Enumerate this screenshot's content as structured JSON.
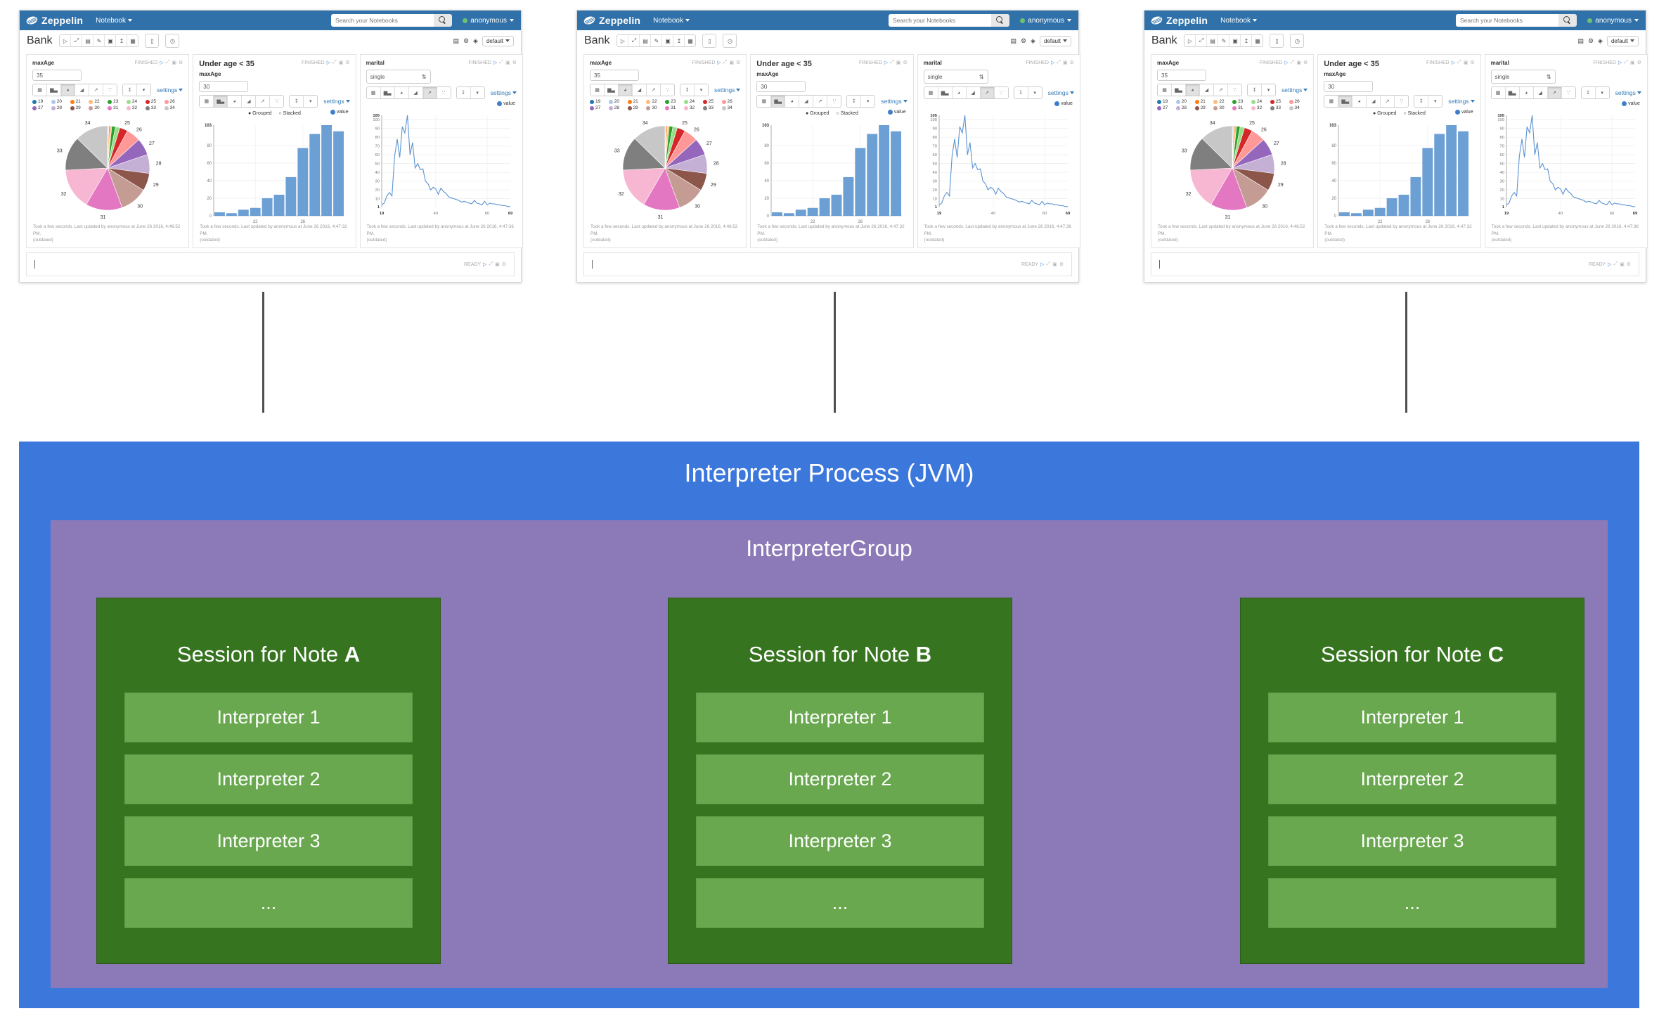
{
  "notebook": {
    "navbar": {
      "brand": "Zeppelin",
      "menu_label": "Notebook",
      "search_placeholder": "Search your Notebooks",
      "user_label": "anonymous"
    },
    "note": {
      "title": "Bank",
      "interpreter_binding": "default"
    },
    "status": {
      "finished": "FINISHED",
      "ready": "READY"
    },
    "settings_label": "settings",
    "legend_value_label": "value",
    "grouped_label": "Grouped",
    "stacked_label": "Stacked",
    "paragraphs": {
      "pie": {
        "form_label": "maxAge",
        "input_value": "35",
        "footer": "Took a few seconds. Last updated by anonymous at June 26 2016, 4:46:52 PM.",
        "footer_note": "(outdated)"
      },
      "bar": {
        "title": "Under age < 35",
        "form_label": "maxAge",
        "input_value": "30",
        "footer": "Took a few seconds. Last updated by anonymous at June 26 2016, 4:47:32 PM.",
        "footer_note": "(outdated)"
      },
      "line": {
        "form_label": "marital",
        "select_value": "single",
        "footer": "Took a few seconds. Last updated by anonymous at June 26 2016, 4:47:36 PM.",
        "footer_note": "(outdated)"
      }
    }
  },
  "icons": {
    "play": "▷",
    "expand": "⤢",
    "link": "▣",
    "gear": "⚙",
    "book": "▤",
    "eraser": "✎",
    "clone": "▣",
    "export": "↥",
    "commit": "▦",
    "trash": "▯",
    "clock": "◷",
    "shortcuts": "▤",
    "lock": "◈",
    "table": "▦",
    "bar_chart": "▆▃",
    "pie_chart": "◕",
    "area_chart": "◢",
    "line_chart": "↗",
    "scatter": "∵",
    "download": "↧",
    "caret": "▾",
    "radio_on": "●",
    "radio_off": "○",
    "updown": "⇅"
  },
  "chart_data": [
    {
      "type": "pie",
      "title": "Age distribution (maxAge 35)",
      "labels": [
        "19",
        "20",
        "21",
        "22",
        "23",
        "24",
        "25",
        "26",
        "27",
        "28",
        "29",
        "30",
        "31",
        "32",
        "33",
        "34"
      ],
      "values": [
        4,
        3,
        7,
        9,
        20,
        24,
        44,
        77,
        93,
        103,
        96,
        150,
        199,
        224,
        186,
        180
      ],
      "colors": [
        "#1f77b4",
        "#aec7e8",
        "#ff7f0e",
        "#ffbb78",
        "#2ca02c",
        "#98df8a",
        "#d62728",
        "#ff9896",
        "#9467bd",
        "#c5b0d5",
        "#8c564b",
        "#c49c94",
        "#e377c2",
        "#f7b6d2",
        "#7f7f7f",
        "#c7c7c7"
      ],
      "legend_position": "top",
      "label_min_fraction": 0.022
    },
    {
      "type": "bar",
      "title": "Under age < 35",
      "categories": [
        "19",
        "20",
        "21",
        "22",
        "23",
        "24",
        "25",
        "26",
        "27",
        "28",
        "29"
      ],
      "values": [
        4,
        3,
        7,
        9,
        20,
        24,
        44,
        77,
        93,
        103,
        96
      ],
      "series_name": "value",
      "bar_color": "#6c9fd4",
      "ylim": [
        0,
        103
      ],
      "yticks": [
        0,
        20,
        40,
        60,
        80
      ],
      "ymax_label": "103",
      "xticks": [
        "22",
        "26"
      ],
      "xtick_indices": [
        3,
        7
      ],
      "grid": true,
      "modes": [
        "Grouped",
        "Stacked"
      ],
      "mode_selected": "Grouped"
    },
    {
      "type": "line",
      "title": "Age count (marital = single)",
      "x": [
        19,
        20,
        21,
        22,
        23,
        24,
        25,
        26,
        27,
        28,
        29,
        30,
        31,
        32,
        33,
        34,
        35,
        36,
        37,
        38,
        39,
        40,
        41,
        42,
        43,
        44,
        45,
        46,
        47,
        48,
        49,
        50,
        51,
        52,
        53,
        54,
        55,
        56,
        57,
        58,
        59,
        60,
        61,
        62,
        63,
        64,
        65,
        66,
        67,
        68,
        69
      ],
      "values": [
        3,
        5,
        13,
        17,
        13,
        58,
        78,
        57,
        92,
        85,
        105,
        60,
        74,
        45,
        50,
        43,
        44,
        30,
        27,
        20,
        23,
        21,
        15,
        22,
        18,
        16,
        12,
        11,
        10,
        9,
        8,
        6,
        7,
        6,
        5,
        4,
        8,
        5,
        4,
        3,
        7,
        3,
        5,
        4,
        4,
        3,
        3,
        2,
        2,
        1,
        1
      ],
      "series_name": "value",
      "line_color": "#5b93d1",
      "ylim": [
        0,
        105
      ],
      "yticks": [
        1,
        10,
        20,
        30,
        40,
        50,
        60,
        70,
        80,
        90,
        100,
        105
      ],
      "xticks": [
        19,
        40,
        60,
        69
      ],
      "grid": true
    }
  ],
  "diagram": {
    "process_label": "Interpreter Process (JVM)",
    "group_label": "InterpreterGroup",
    "sessions": [
      {
        "title": "Session for Note",
        "note": "A",
        "interpreters": [
          "Interpreter 1",
          "Interpreter 2",
          "Interpreter 3",
          "..."
        ]
      },
      {
        "title": "Session for Note",
        "note": "B",
        "interpreters": [
          "Interpreter 1",
          "Interpreter 2",
          "Interpreter 3",
          "..."
        ]
      },
      {
        "title": "Session for Note",
        "note": "C",
        "interpreters": [
          "Interpreter 1",
          "Interpreter 2",
          "Interpreter 3",
          "..."
        ]
      }
    ],
    "colors": {
      "process_bg": "#3c77dc",
      "group_bg": "#8c7ab8",
      "session_bg": "#377420",
      "interpreter_bg": "#69a84f",
      "connector": "#4f4f4f"
    }
  }
}
